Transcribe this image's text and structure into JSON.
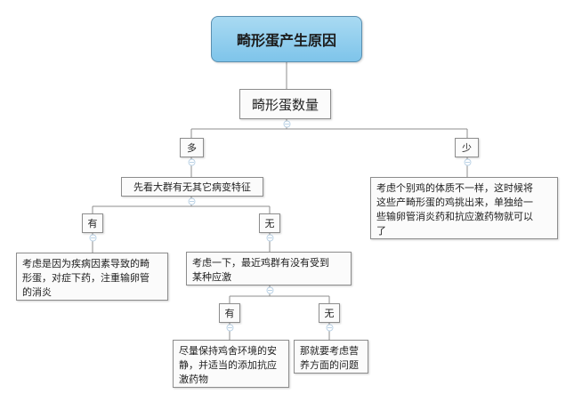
{
  "root": {
    "label": "畸形蛋产生原因"
  },
  "level1": {
    "label": "畸形蛋数量"
  },
  "branch_many": {
    "label": "多",
    "check": "先看大群有无其它病变特征",
    "yes": {
      "label": "有",
      "conclusion": [
        "考虑是因为疾病因素导致的畸",
        "形蛋，对症下药，注重输卵管",
        "的消炎"
      ]
    },
    "no": {
      "label": "无",
      "stress_check": [
        "考虑一下，最近鸡群有没有受到",
        "某种应激"
      ],
      "yes": {
        "label": "有",
        "conclusion": [
          "尽量保持鸡舍环境的安",
          "静，并适当的添加抗应",
          "激药物"
        ]
      },
      "no": {
        "label": "无",
        "conclusion": [
          "那就要考虑营",
          "养方面的问题"
        ]
      }
    }
  },
  "branch_few": {
    "label": "少",
    "conclusion": [
      "考虑个别鸡的体质不一样，这时候将",
      "这些产畸形蛋的鸡挑出来，单独给一",
      "些输卵管消炎药和抗应激药物就可以",
      "了"
    ]
  },
  "colors": {
    "root_fill": "#8dcdee",
    "line": "#8c8c8c",
    "node_border": "#8d8d8d",
    "connector": "#bcd3e6"
  }
}
